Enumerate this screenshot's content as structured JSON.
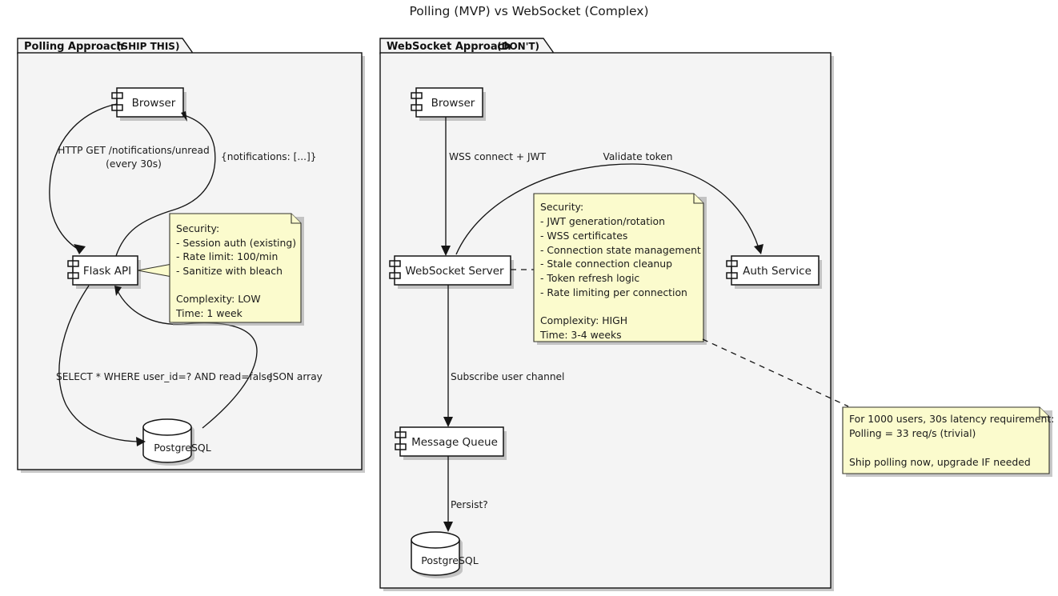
{
  "diagram": {
    "title": "Polling (MVP) vs WebSocket (Complex)",
    "type": "uml-component-diagram"
  },
  "packages": [
    {
      "id": "polling",
      "title_main": "Polling Approach",
      "title_sub": "(SHIP THIS)"
    },
    {
      "id": "websocket",
      "title_main": "WebSocket Approach",
      "title_sub": "(DON'T)"
    }
  ],
  "polling": {
    "components": {
      "browser": "Browser",
      "flask_api": "Flask API",
      "database": "PostgreSQL"
    },
    "edges": {
      "request_line1": "HTTP GET /notifications/unread",
      "request_line2": "(every 30s)",
      "response": "{notifications: [...]}",
      "query": "SELECT * WHERE user_id=? AND read=false",
      "result": "JSON array"
    },
    "note": {
      "lines": [
        "Security:",
        "- Session auth (existing)",
        "- Rate limit: 100/min",
        "- Sanitize with bleach",
        "",
        "Complexity: LOW",
        "Time: 1 week"
      ]
    }
  },
  "websocket": {
    "components": {
      "browser": "Browser",
      "ws_server": "WebSocket Server",
      "auth_service": "Auth Service",
      "message_queue": "Message Queue",
      "database": "PostgreSQL"
    },
    "edges": {
      "connect": "WSS connect + JWT",
      "validate": "Validate token",
      "subscribe": "Subscribe user channel",
      "persist": "Persist?"
    },
    "note": {
      "lines": [
        "Security:",
        "- JWT generation/rotation",
        "- WSS certificates",
        "- Connection state management",
        "- Stale connection cleanup",
        "- Token refresh logic",
        "- Rate limiting per connection",
        "",
        "Complexity: HIGH",
        "Time: 3-4 weeks"
      ]
    }
  },
  "verdict_note": {
    "lines": [
      "For 1000 users, 30s latency requirement:",
      "Polling = 33 req/s (trivial)",
      "",
      "Ship polling now, upgrade IF needed"
    ]
  },
  "colors": {
    "note_fill": "#fbfbcd",
    "package_fill": "#f4f4f4",
    "component_fill": "#ffffff",
    "line": "#151515"
  }
}
